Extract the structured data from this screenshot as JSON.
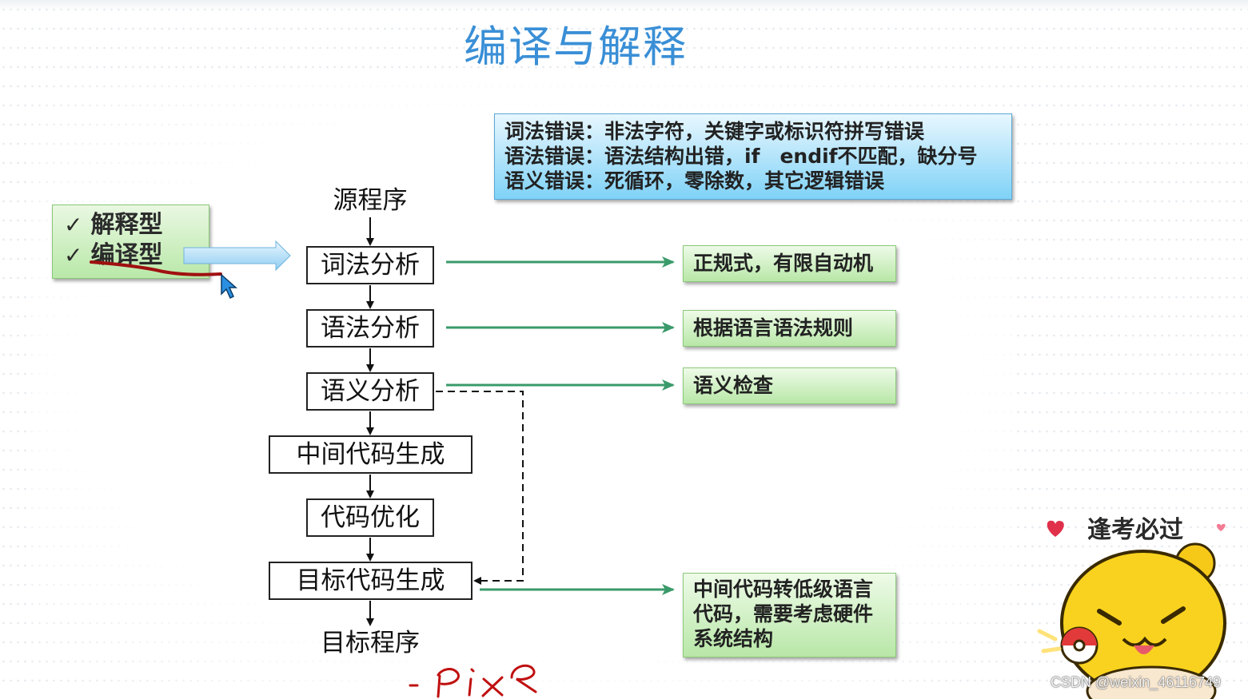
{
  "title": "编译与解释",
  "types": {
    "items": [
      {
        "check": "✓",
        "label": "解释型"
      },
      {
        "check": "✓",
        "label": "编译型"
      }
    ]
  },
  "errors": {
    "lines": [
      "词法错误：非法字符，关键字或标识符拼写错误",
      "语法错误：语法结构出错，if　endif不匹配，缺分号",
      "语义错误：死循环，零除数，其它逻辑错误"
    ]
  },
  "flow": {
    "source": "源程序",
    "stages": [
      "词法分析",
      "语法分析",
      "语义分析",
      "中间代码生成",
      "代码优化",
      "目标代码生成"
    ],
    "target": "目标程序"
  },
  "results": [
    {
      "lines": [
        "正规式，有限自动机"
      ]
    },
    {
      "lines": [
        "根据语言语法规则"
      ]
    },
    {
      "lines": [
        "语义检查"
      ]
    },
    {
      "lines": [
        "中间代码转低级语言",
        "代码，需要考虑硬件",
        "系统结构"
      ]
    }
  ],
  "sticker": {
    "text": "逢考必过"
  },
  "watermark": "CSDN @weixin_46116749",
  "colors": {
    "title": "#3a8fd6",
    "arrow_green": "#3a9a6a",
    "annotation_red": "#a01010",
    "cursor_blue": "#2a8fe0"
  }
}
